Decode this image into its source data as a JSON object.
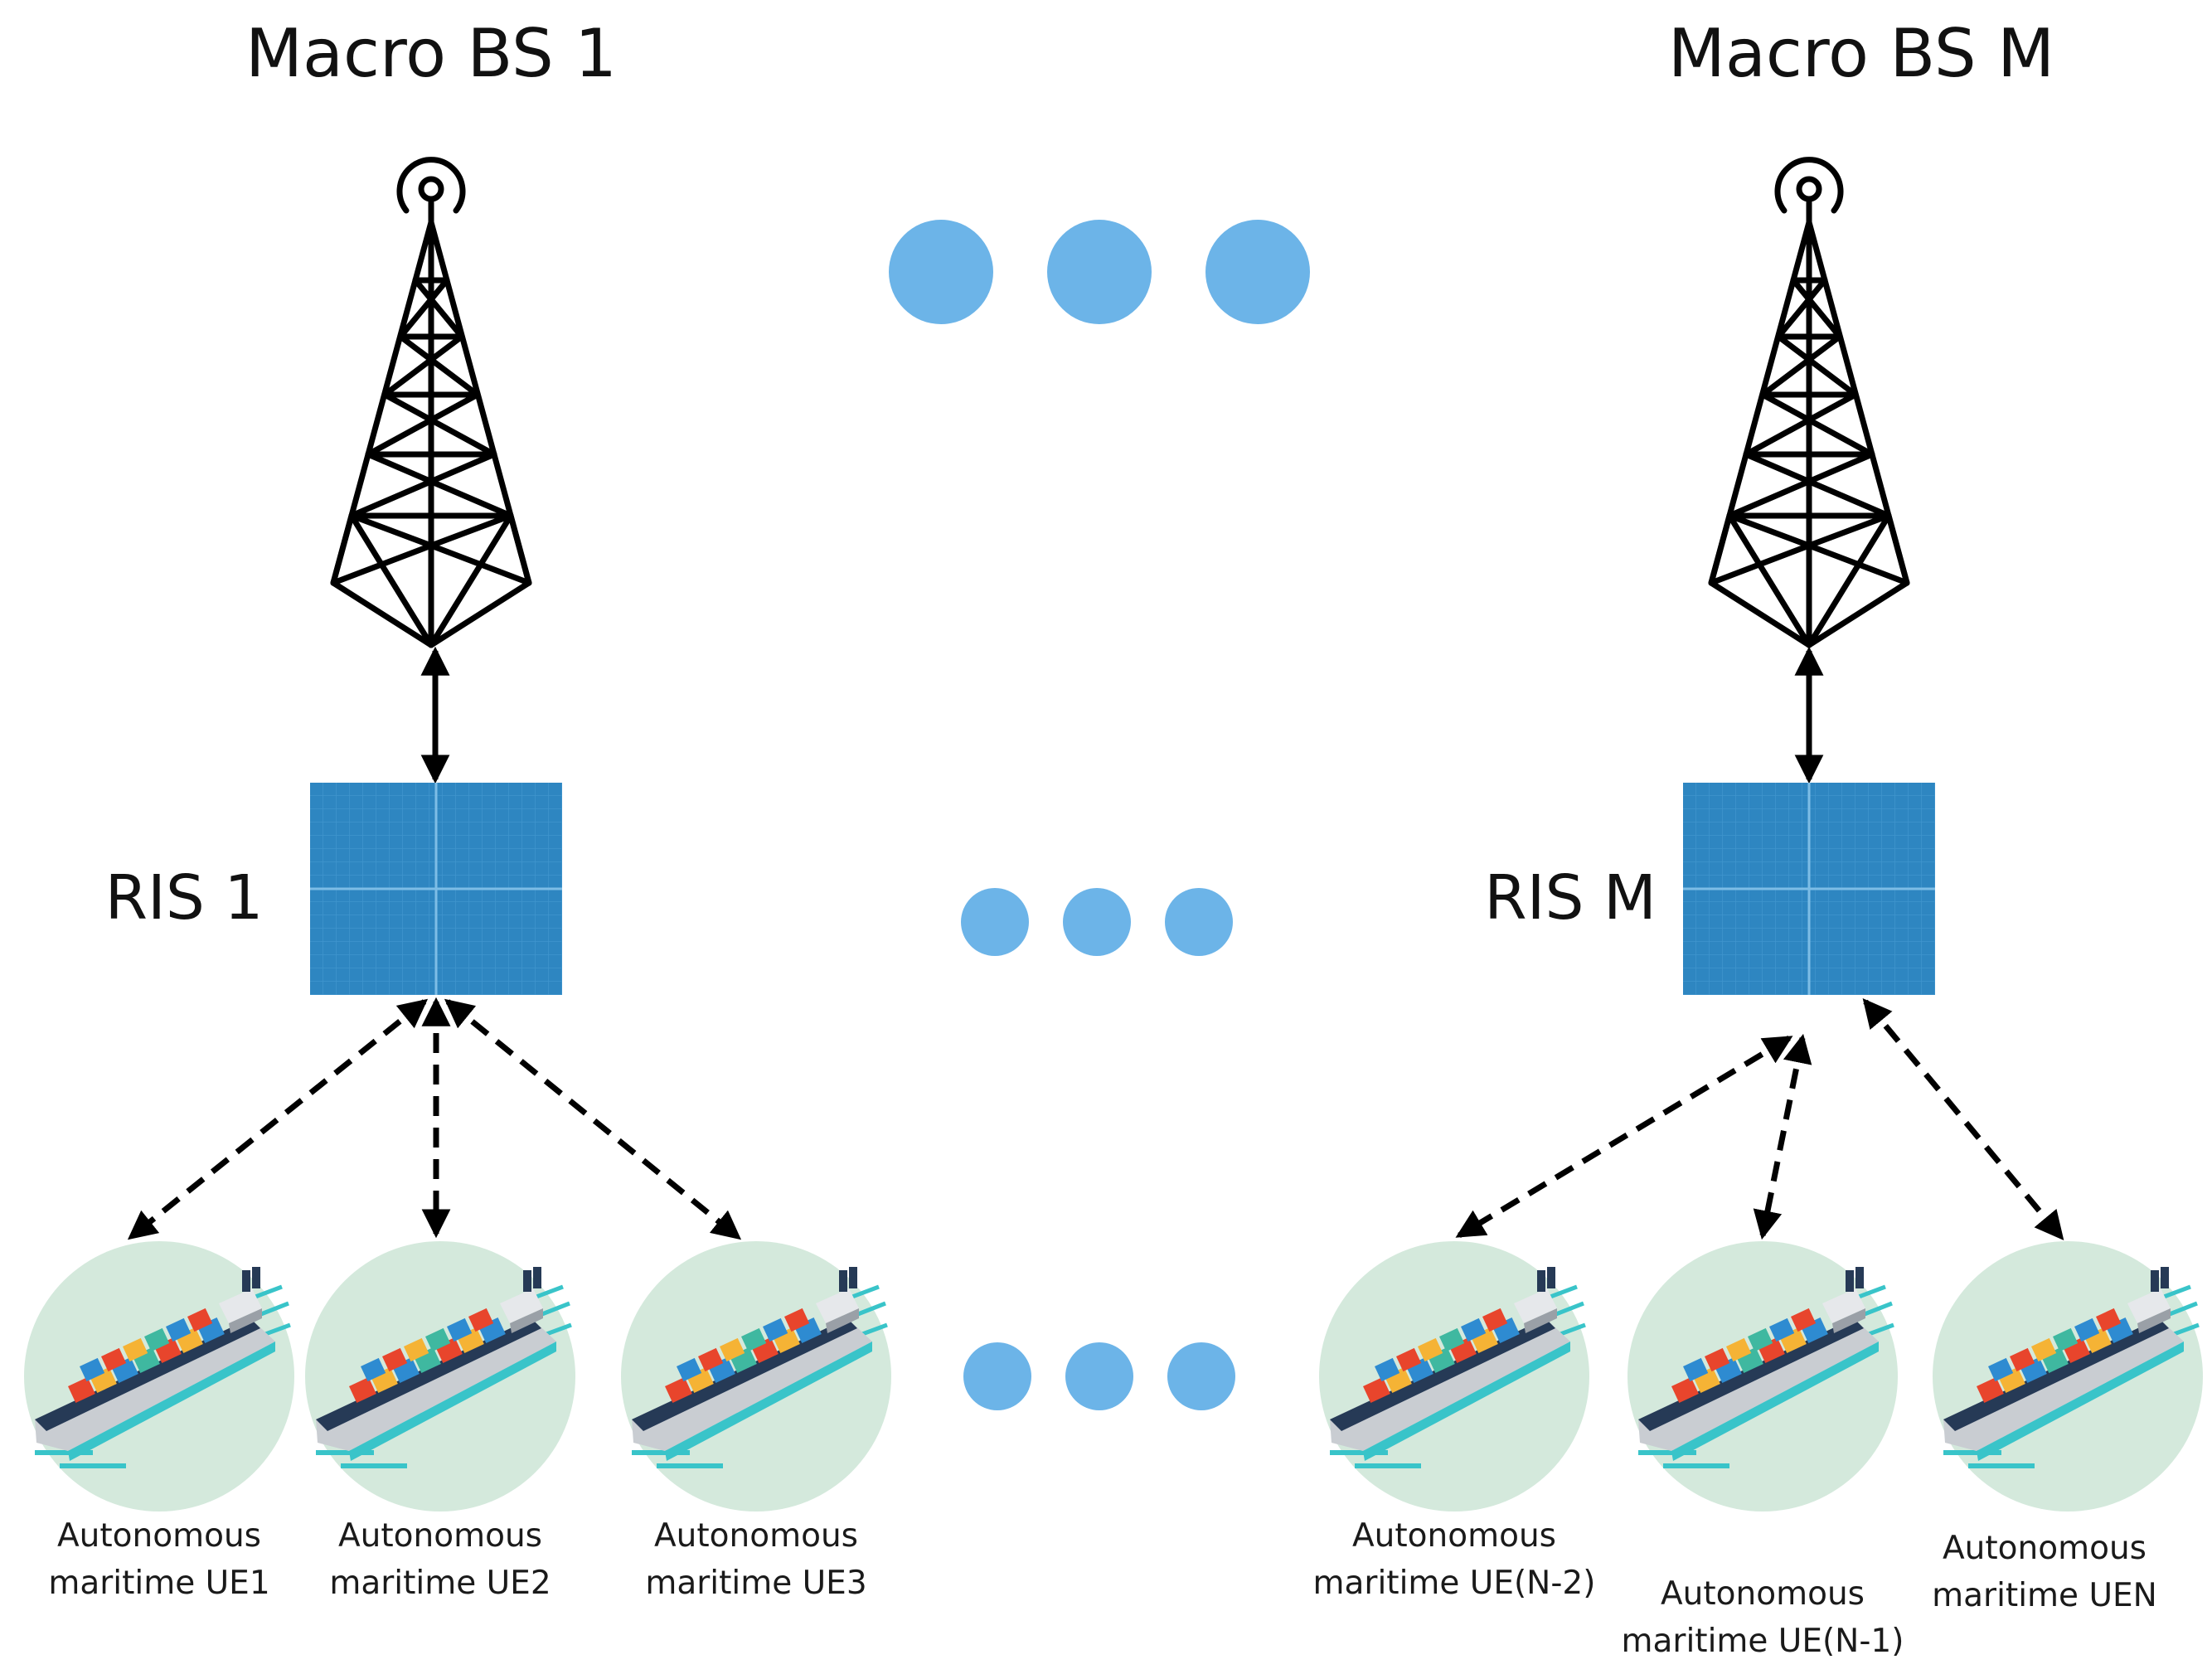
{
  "colors": {
    "ris_fill": "#2E86C1",
    "ris_grid": "#6FB3DF",
    "dots": "#6CB4E8",
    "ue_circle": "#D4E9DC",
    "hull_top": "#263A56",
    "hull_side": "#C9CDD2",
    "water": "#39C4C9"
  },
  "base_stations": [
    {
      "title": "Macro BS 1",
      "icon": "radio-tower-icon"
    },
    {
      "title": "Macro BS M",
      "icon": "radio-tower-icon"
    }
  ],
  "ris": [
    {
      "label": "RIS 1"
    },
    {
      "label": "RIS M"
    }
  ],
  "ues": [
    {
      "line1": "Autonomous",
      "line2": "maritime UE1",
      "icon": "cargo-ship-icon"
    },
    {
      "line1": "Autonomous",
      "line2": "maritime UE2",
      "icon": "cargo-ship-icon"
    },
    {
      "line1": "Autonomous",
      "line2": "maritime UE3",
      "icon": "cargo-ship-icon"
    },
    {
      "line1": "Autonomous",
      "line2": "maritime UE(N-2)",
      "icon": "cargo-ship-icon"
    },
    {
      "line1": "Autonomous",
      "line2": "maritime UE(N-1)",
      "icon": "cargo-ship-icon"
    },
    {
      "line1": "Autonomous",
      "line2": "maritime UEN",
      "icon": "cargo-ship-icon"
    }
  ],
  "links": {
    "bs_to_ris": "solid-bidirectional-arrow",
    "ris_to_ue": "dashed-bidirectional-arrow"
  },
  "ellipsis_rows": 3
}
